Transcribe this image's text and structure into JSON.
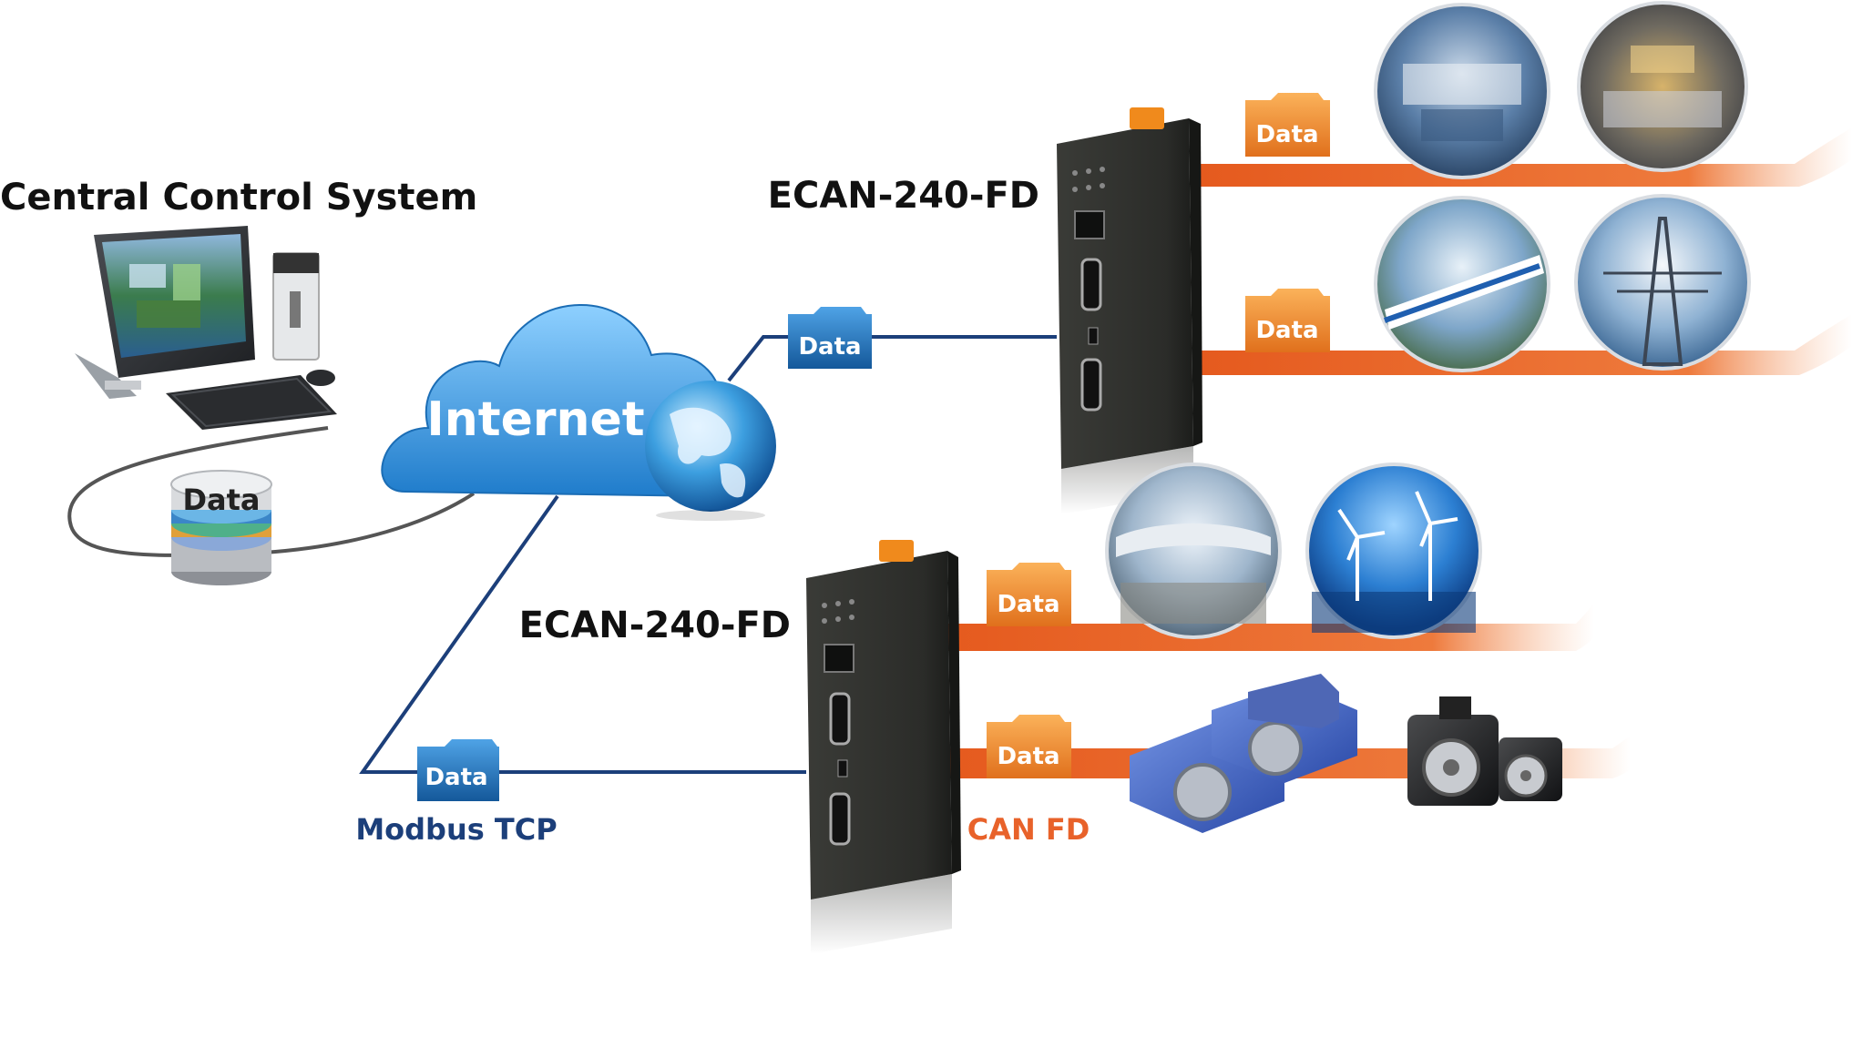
{
  "central": {
    "title": "Central Control System",
    "db_label": "Data"
  },
  "cloud": {
    "label": "Internet"
  },
  "devices": [
    {
      "name": "ECAN-240-FD"
    },
    {
      "name": "ECAN-240-FD"
    }
  ],
  "badges": {
    "modbus_data": "Data",
    "top_eth_data": "Data",
    "can_data": [
      "Data",
      "Data",
      "Data",
      "Data"
    ]
  },
  "protocols": {
    "modbus": "Modbus TCP",
    "canfd": "CAN FD"
  },
  "colors": {
    "navy": "#1c3f7a",
    "can_orange": "#e8622a",
    "badge_orange": "#f28a2e",
    "badge_blue": "#1f6fb8",
    "cloud_blue": "#2f8fd8",
    "device_dark": "#2e2f2c"
  },
  "icons": [
    "computer-monitor-icon",
    "database-icon",
    "globe-icon",
    "cloud-icon",
    "folder-icon"
  ]
}
